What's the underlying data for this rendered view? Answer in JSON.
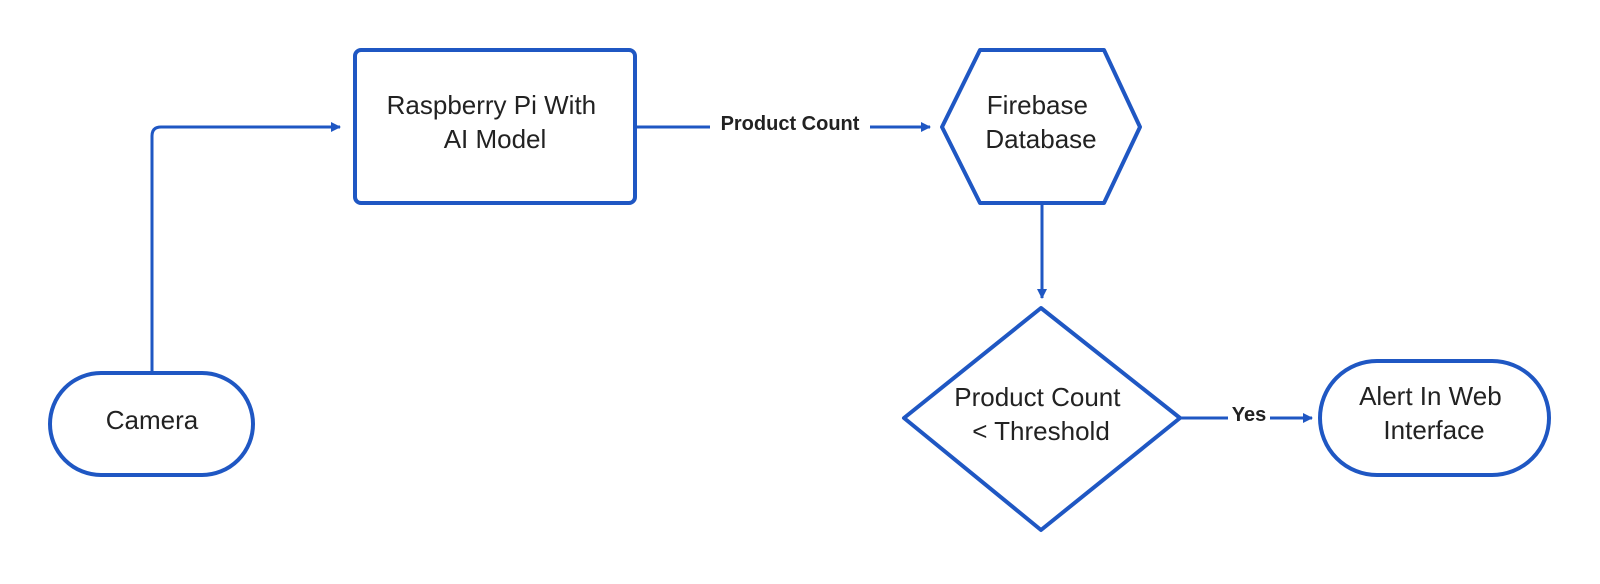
{
  "colors": {
    "stroke": "#1f57c3",
    "text": "#222222",
    "background": "#ffffff"
  },
  "nodes": {
    "camera": {
      "shape": "terminator",
      "lines": [
        "Camera"
      ]
    },
    "raspberry_pi": {
      "shape": "process",
      "lines": [
        "Raspberry Pi With",
        "AI Model"
      ]
    },
    "firebase": {
      "shape": "hexagon",
      "lines": [
        "Firebase",
        "Database"
      ]
    },
    "threshold_check": {
      "shape": "decision",
      "lines": [
        "Product Count",
        "< Threshold"
      ]
    },
    "alert": {
      "shape": "terminator",
      "lines": [
        "Alert In Web",
        "Interface"
      ]
    }
  },
  "edges": {
    "camera_to_pi": {
      "from": "camera",
      "to": "raspberry_pi",
      "label": ""
    },
    "pi_to_firebase": {
      "from": "raspberry_pi",
      "to": "firebase",
      "label": "Product Count"
    },
    "firebase_to_check": {
      "from": "firebase",
      "to": "threshold_check",
      "label": ""
    },
    "check_to_alert": {
      "from": "threshold_check",
      "to": "alert",
      "label": "Yes"
    }
  }
}
